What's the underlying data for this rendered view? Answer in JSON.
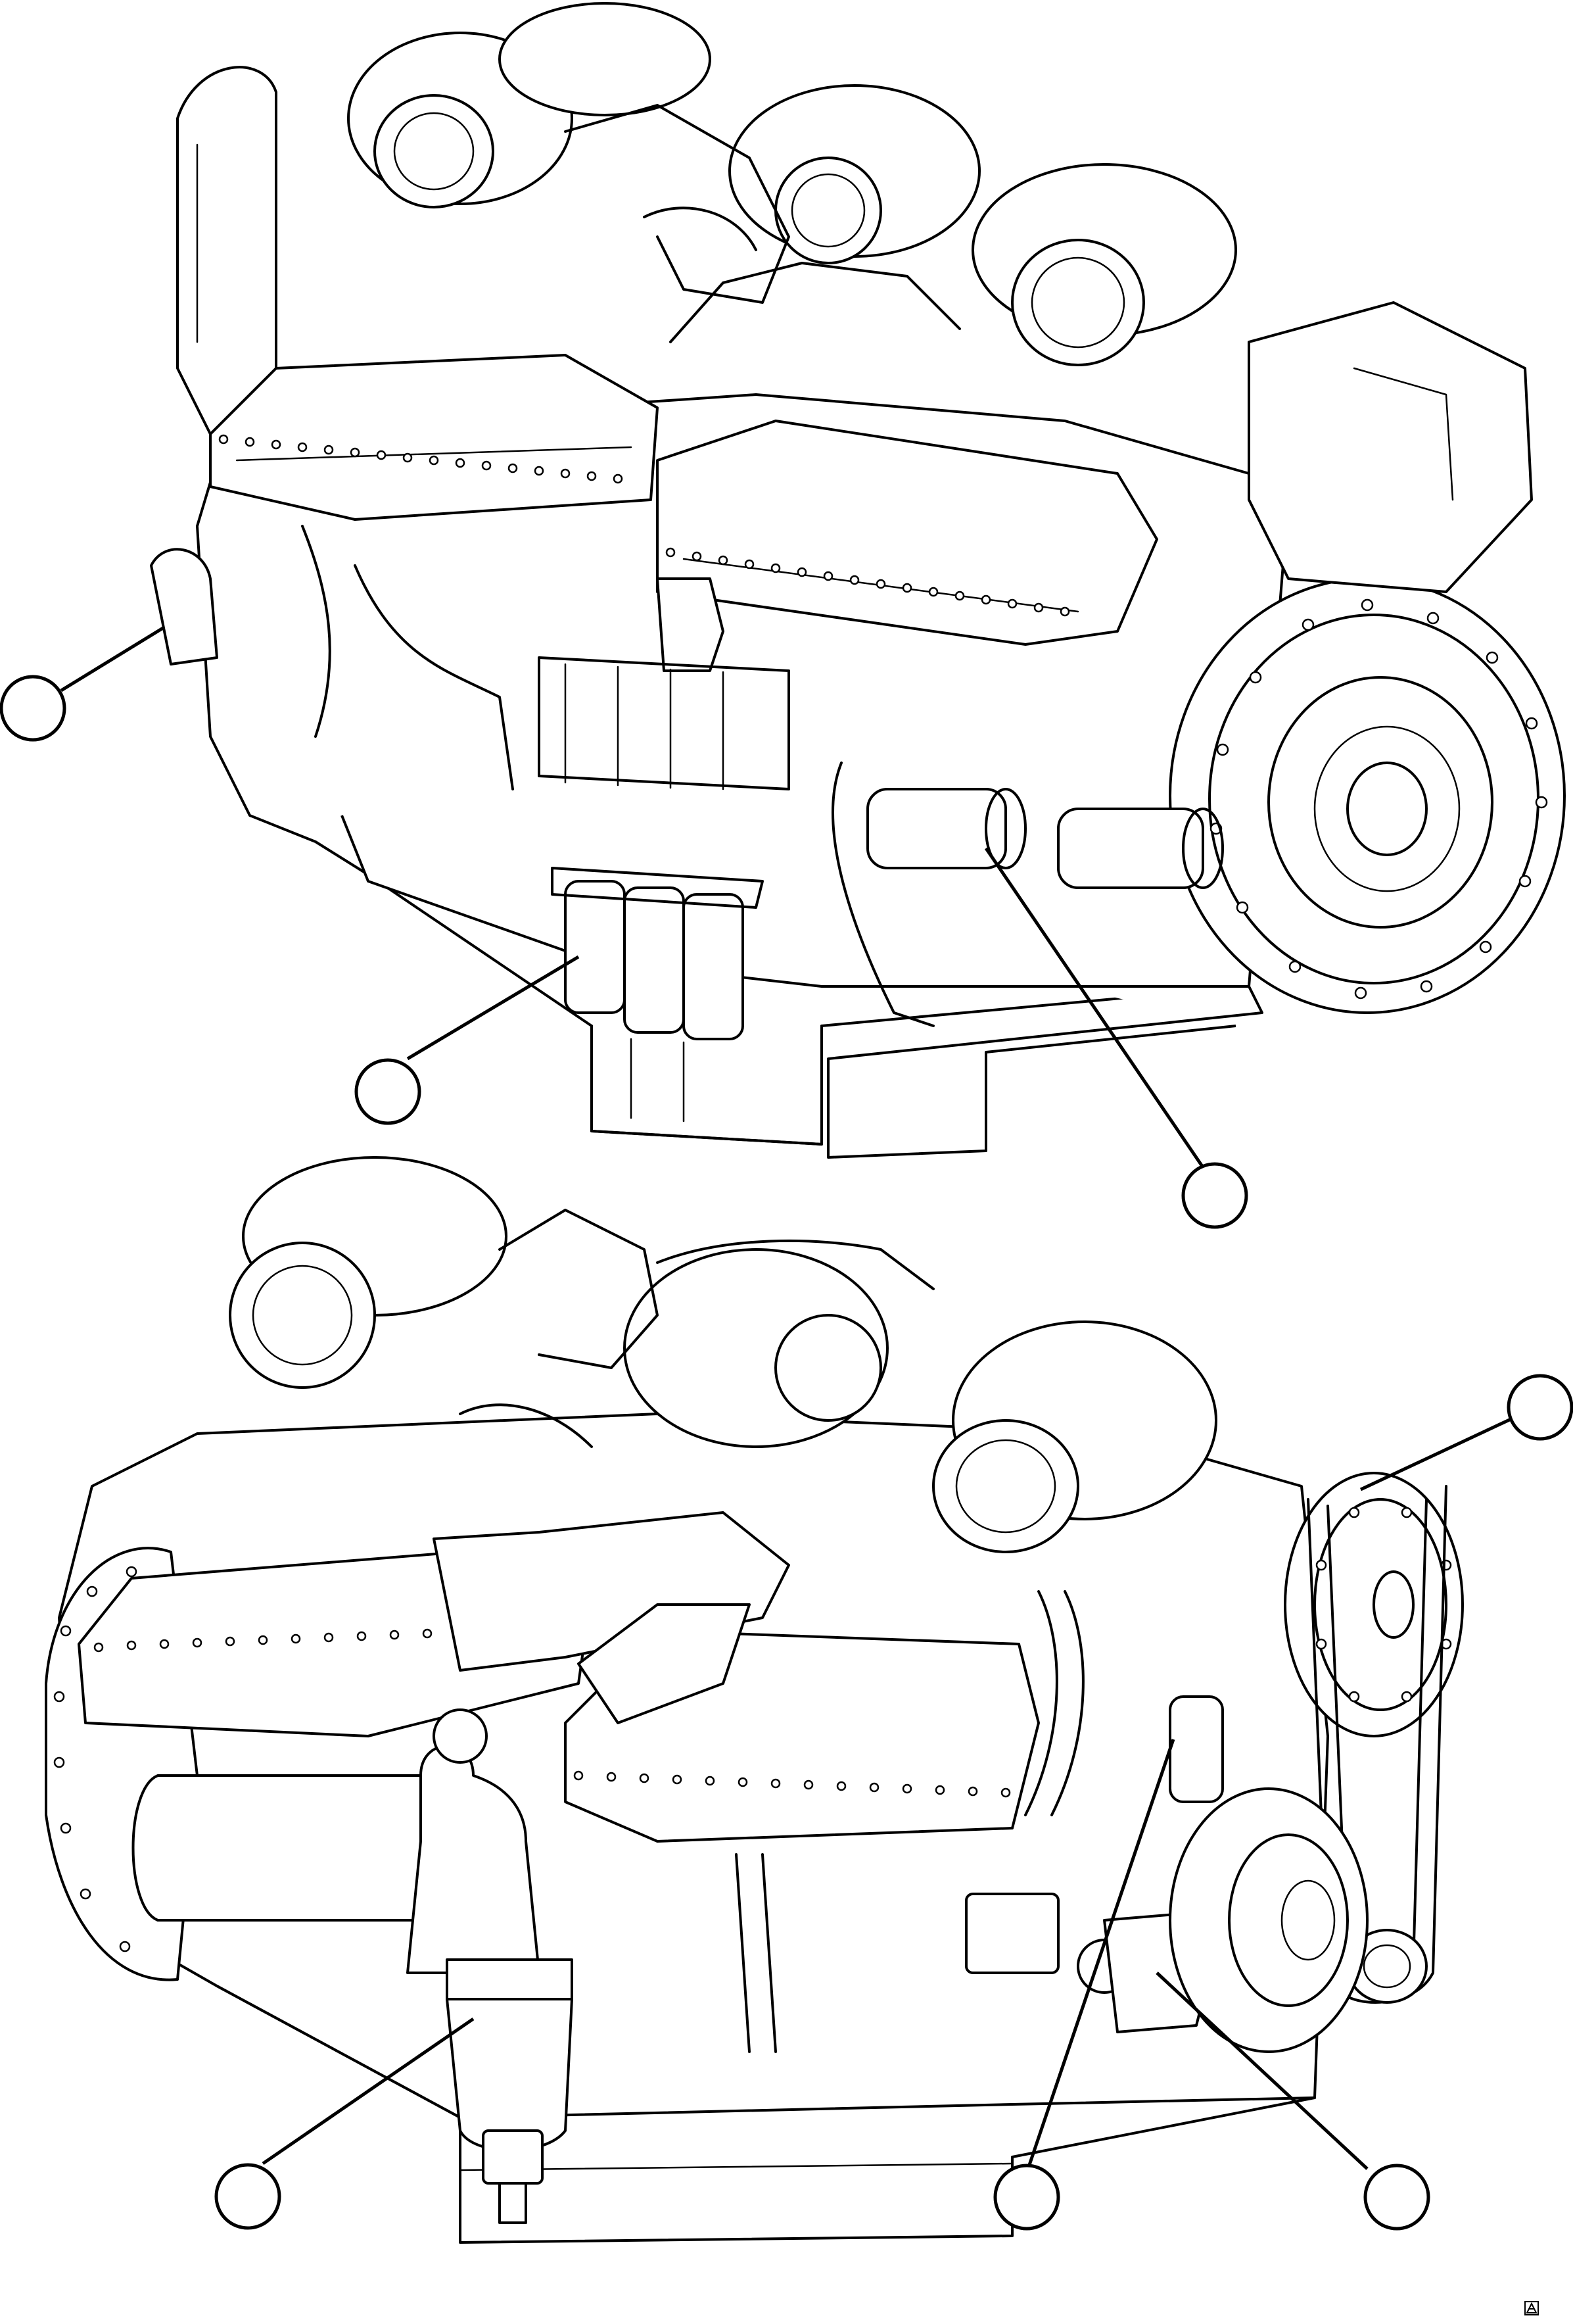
{
  "figure": {
    "views": [
      {
        "id": "top-view",
        "callouts": 3
      },
      {
        "id": "bottom-view",
        "callouts": 4
      }
    ],
    "corner_mark_icon": "graphic-reference-icon"
  }
}
